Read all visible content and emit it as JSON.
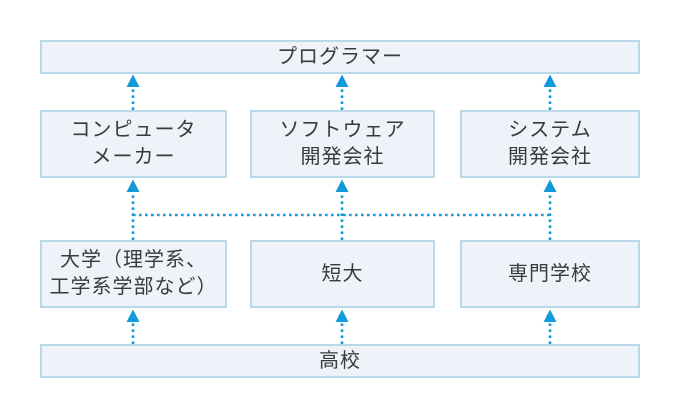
{
  "diagram": {
    "nodes": {
      "programmer": {
        "label": "プログラマー"
      },
      "computer_maker": {
        "label": "コンピュータ\nメーカー"
      },
      "software_dev": {
        "label": "ソフトウェア\n開発会社"
      },
      "system_dev": {
        "label": "システム\n開発会社"
      },
      "university": {
        "label": "大学（理学系、\n工学系学部など）"
      },
      "junior_college": {
        "label": "短大"
      },
      "vocational_school": {
        "label": "専門学校"
      },
      "high_school": {
        "label": "高校"
      }
    },
    "edges": [
      {
        "from": "computer_maker",
        "to": "programmer",
        "style": "dotted-arrow-up"
      },
      {
        "from": "software_dev",
        "to": "programmer",
        "style": "dotted-arrow-up"
      },
      {
        "from": "system_dev",
        "to": "programmer",
        "style": "dotted-arrow-up"
      },
      {
        "from": "university",
        "to": "computer_maker",
        "style": "dotted-arrow-up"
      },
      {
        "from": "junior_college",
        "to": "software_dev",
        "style": "dotted-arrow-up"
      },
      {
        "from": "vocational_school",
        "to": "system_dev",
        "style": "dotted-arrow-up"
      },
      {
        "from": "high_school",
        "to": "university",
        "style": "dotted-arrow-up"
      },
      {
        "from": "high_school",
        "to": "junior_college",
        "style": "dotted-arrow-up"
      },
      {
        "from": "high_school",
        "to": "vocational_school",
        "style": "dotted-arrow-up"
      },
      {
        "type": "cross_link",
        "style": "dotted-horizontal",
        "connects": [
          "university",
          "junior_college",
          "vocational_school"
        ]
      }
    ]
  },
  "colors": {
    "background": "#ffffff",
    "box_fill": "#edf3f9",
    "box_border": "#b9d8e9",
    "arrow_blue": "#129bd8",
    "text": "#3a3a3a"
  }
}
